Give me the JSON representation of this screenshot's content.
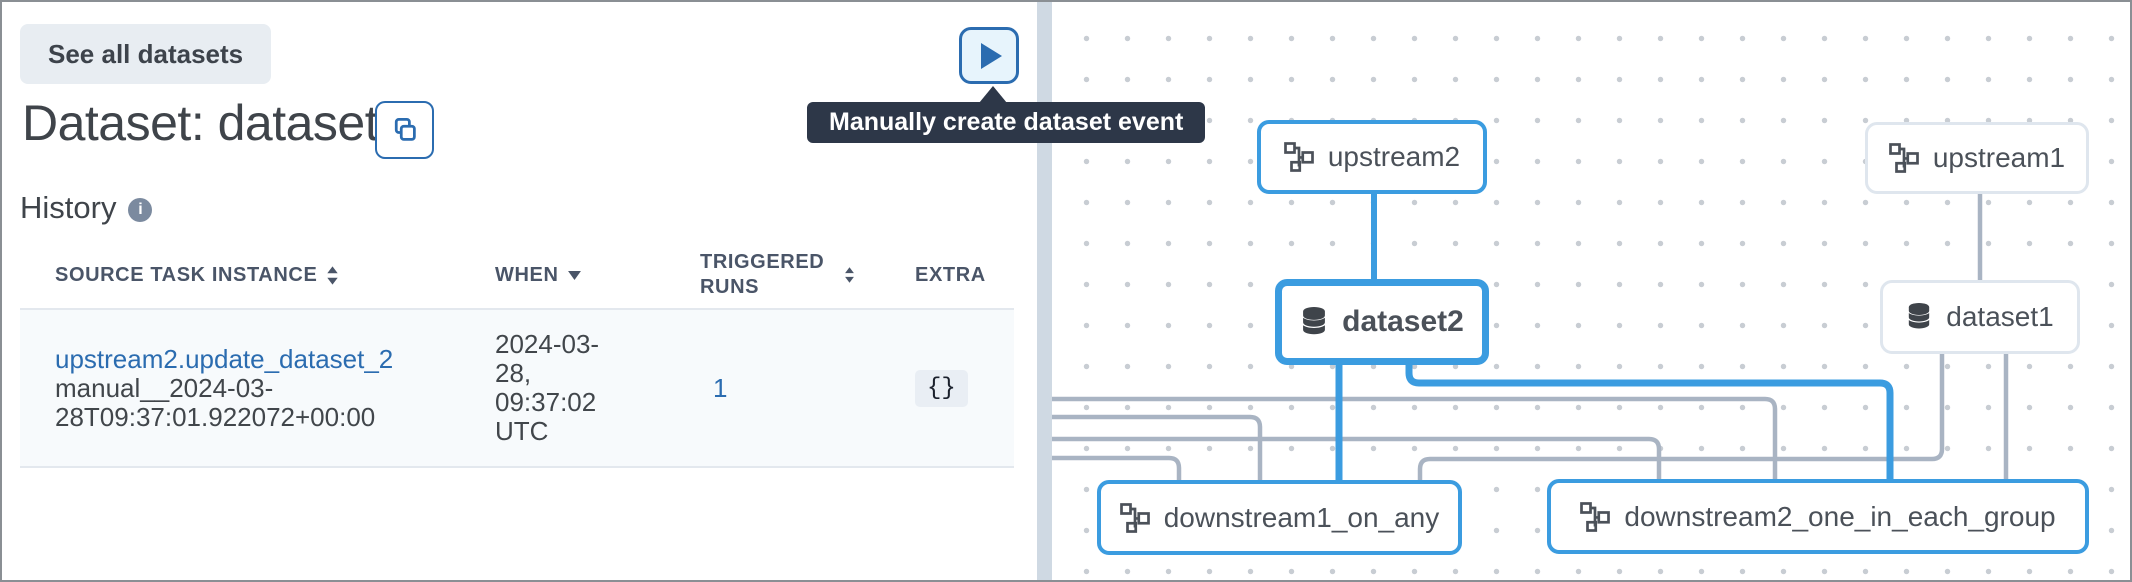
{
  "left_panel": {
    "see_all_button": "See all datasets",
    "title": "Dataset: dataset2",
    "history_label": "History",
    "info_icon_glyph": "i",
    "create_event": {
      "tooltip": "Manually create dataset event",
      "icon": "play-icon"
    },
    "table": {
      "columns": [
        {
          "label": "SOURCE TASK INSTANCE",
          "sort": "both"
        },
        {
          "label": "WHEN",
          "sort": "desc"
        },
        {
          "label": "TRIGGERED RUNS",
          "sort": "both"
        },
        {
          "label": "EXTRA",
          "sort": "none"
        }
      ],
      "rows": [
        {
          "source_task_instance_link": "upstream2.update_dataset_2",
          "source_run_id": "manual__2024-03-28T09:37:01.922072+00:00",
          "when": "2024-03-28, 09:37:02 UTC",
          "triggered_runs": "1",
          "extra": "{}"
        }
      ]
    }
  },
  "graph": {
    "nodes": [
      {
        "id": "upstream2",
        "label": "upstream2",
        "type": "dag",
        "state": "highlighted"
      },
      {
        "id": "dataset2",
        "label": "dataset2",
        "type": "dataset",
        "state": "selected"
      },
      {
        "id": "upstream1",
        "label": "upstream1",
        "type": "dag",
        "state": "normal"
      },
      {
        "id": "dataset1",
        "label": "dataset1",
        "type": "dataset",
        "state": "normal"
      },
      {
        "id": "downstream1_on_any",
        "label": "downstream1_on_any",
        "type": "dag",
        "state": "highlighted"
      },
      {
        "id": "downstream2_one_in_each_group",
        "label": "downstream2_one_in_each_group",
        "type": "dag",
        "state": "highlighted"
      }
    ],
    "edges": [
      {
        "from": "upstream2",
        "to": "dataset2",
        "highlighted": true
      },
      {
        "from": "dataset2",
        "to": "downstream1_on_any",
        "highlighted": true
      },
      {
        "from": "dataset2",
        "to": "downstream2_one_in_each_group",
        "highlighted": true
      },
      {
        "from": "upstream1",
        "to": "dataset1",
        "highlighted": false
      },
      {
        "from": "dataset1",
        "to": "downstream1_on_any",
        "highlighted": false
      },
      {
        "from": "dataset1",
        "to": "downstream2_one_in_each_group",
        "highlighted": false
      },
      {
        "from": "offscreen-left-1",
        "to": "downstream2_one_in_each_group",
        "highlighted": false
      },
      {
        "from": "offscreen-left-2",
        "to": "downstream1_on_any",
        "highlighted": false
      },
      {
        "from": "offscreen-left-3",
        "to": "downstream2_one_in_each_group",
        "highlighted": false
      },
      {
        "from": "offscreen-left-4",
        "to": "downstream1_on_any",
        "highlighted": false
      }
    ]
  },
  "colors": {
    "accent_blue": "#3b9ce0",
    "link_blue": "#2b6cb0",
    "edge_gray": "#a9b4c3",
    "node_border_muted": "#dfe6ee",
    "tooltip_bg": "#2d3748",
    "divider": "#cfd9e3",
    "row_stripe": "#f7fafc",
    "header_text": "#4a5568"
  }
}
